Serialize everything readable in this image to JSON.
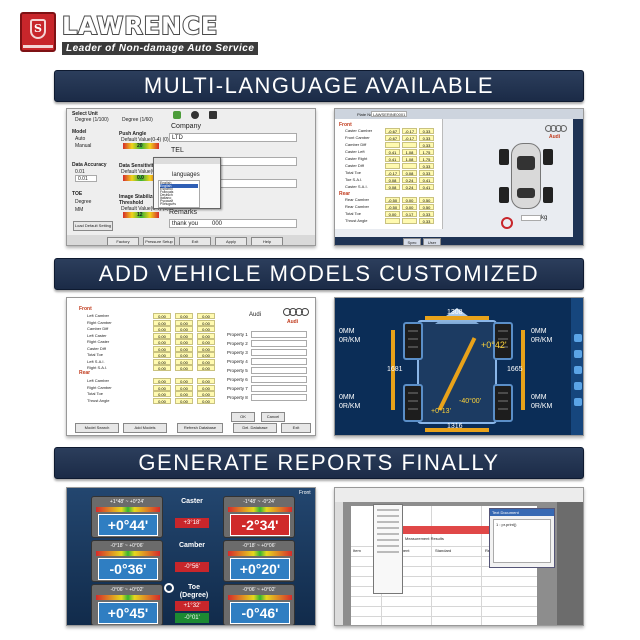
{
  "brand": {
    "name": "LAWRENCE",
    "tagline": "Leader of Non-damage Auto Service",
    "logo_letter": "S",
    "logo_tiny": "LAWRENCE"
  },
  "banners": [
    "MULTI-LANGUAGE AVAILABLE",
    "ADD VEHICLE MODELS CUSTOMIZED",
    "GENERATE REPORTS FINALLY"
  ],
  "settings_panel": {
    "select_unit": "Select Unit",
    "deg100": "Degree (1/100)",
    "deg60": "Degree (1/60)",
    "model": "Model",
    "auto": "Auto",
    "manual": "Manual",
    "push_angle": "Push Angle",
    "default_value": "Default Value(0-4) (0)",
    "push_value": "20",
    "data_accuracy": "Data Accuracy",
    "acc1": "0.01",
    "acc2": "0.01",
    "data_sensitivity": "Data Sensitivity",
    "sens_value": "0.0",
    "toe": "TOE",
    "toe_degree": "Degree",
    "toe_mm": "MM",
    "image_stab": "Image Stabilization",
    "threshold": "Threshold",
    "thr_value": "12",
    "company": "Company",
    "company_val": "LTD",
    "tel": "TEL",
    "remarks": "Remarks",
    "thanks": "thank you",
    "thanks_num": "000",
    "lang_title": "languages",
    "lang_items": [
      "English",
      "English",
      "Español",
      "Français",
      "Deutsch",
      "Italiano",
      "Русский",
      "Português",
      "العربية"
    ],
    "buttons": [
      "Factory",
      "Pressure Setup",
      "Exit",
      "Apply",
      "Help"
    ],
    "advanced": "Load Default Setting"
  },
  "cars_panel": {
    "plate_label": "Plate No.",
    "plate_val": "LAWSERINE0001",
    "front": "Front",
    "rear": "Rear",
    "audi": "Audi",
    "kg": "kg",
    "rows_front": [
      {
        "l": "Caster Camber",
        "a": "-0.67",
        "b": "-0.17",
        "c": "0.33"
      },
      {
        "l": "Front Camber",
        "a": "-0.67",
        "b": "-0.17",
        "c": "0.33"
      },
      {
        "l": "Camber Diff",
        "a": "",
        "b": "",
        "c": "0.33"
      },
      {
        "l": "Caster Left",
        "a": "0.41",
        "b": "1.08",
        "c": "1.75"
      },
      {
        "l": "Caster Right",
        "a": "0.41",
        "b": "1.08",
        "c": "1.75"
      },
      {
        "l": "Caster Diff",
        "a": "",
        "b": "",
        "c": "0.33"
      },
      {
        "l": "Total Toe",
        "a": "-0.17",
        "b": "0.08",
        "c": "0.33"
      },
      {
        "l": "Toe S.A.I.",
        "a": "0.08",
        "b": "0.24",
        "c": "0.41"
      },
      {
        "l": "Caster S.A.I.",
        "a": "0.08",
        "b": "0.24",
        "c": "0.41"
      }
    ],
    "rows_rear": [
      {
        "l": "Rear Camber",
        "a": "-0.50",
        "b": "0.00",
        "c": "0.50"
      },
      {
        "l": "Rear Camber",
        "a": "-0.50",
        "b": "0.00",
        "c": "0.50"
      },
      {
        "l": "Total Toe",
        "a": "0.00",
        "b": "0.17",
        "c": "0.33"
      },
      {
        "l": "Thrust Angle",
        "a": "",
        "b": "",
        "c": "0.33"
      }
    ],
    "tabs": [
      "Spec",
      "User"
    ]
  },
  "custom_panel": {
    "front": "Front",
    "rear": "Rear",
    "make": "Audi",
    "rows_front": [
      "Left Camber",
      "Right Camber",
      "Camber Diff",
      "Left Caster",
      "Right Caster",
      "Caster Diff",
      "Total Toe",
      "Left S.A.I.",
      "Right S.A.I."
    ],
    "rows_rear": [
      "Left Camber",
      "Right Camber",
      "Total Toe",
      "Thrust Angle"
    ],
    "cell": "0.00",
    "props": [
      "Property 1",
      "Property 2",
      "Property 3",
      "Property 4",
      "Property 5",
      "Property 6",
      "Property 7",
      "Property 8"
    ],
    "ok": "OK",
    "cancel": "Cancel",
    "bottom": [
      "Model Search",
      "Add Models",
      "Refresh Database",
      "Del. Database",
      "Exit"
    ]
  },
  "vehicle_panel": {
    "top": "1308",
    "bottom": "1316",
    "left": "1681",
    "right": "1665",
    "fl": "0MM",
    "fl2": "0R/KM",
    "fr": "0MM",
    "fr2": "0R/KM",
    "rl": "0MM",
    "rl2": "0R/KM",
    "rr": "0MM",
    "rr2": "0R/KM",
    "ang1": "+0°42'",
    "ang2": "-40°00'",
    "ang3": "+0°13'"
  },
  "measure_panel": {
    "cards": [
      {
        "hd": "+1°48'  ~  +0°24'",
        "val": "+0°44'",
        "red": false
      },
      {
        "hd": "-1°48'  ~  -0°24'",
        "val": "-2°34'",
        "red": true
      },
      {
        "hd": "-0°18'  ~  +0°06'",
        "val": "-0°36'",
        "red": false
      },
      {
        "hd": "-0°18'  ~  +0°06'",
        "val": "+0°20'",
        "red": false
      },
      {
        "hd": "-0°06'  ~  +0°02'",
        "val": "+0°45'",
        "red": false
      },
      {
        "hd": "-0°06'  ~  +0°02'",
        "val": "-0°46'",
        "red": false
      }
    ],
    "caster": "Caster",
    "caster_v": "+3°18'",
    "camber": "Camber",
    "camber_v": "-0°56'",
    "toe": "Toe",
    "toe_deg": "(Degree)",
    "toe_v1": "+1°32'",
    "toe_v2": "-0°01'",
    "front": "Front"
  },
  "report_panel": {
    "title": "Report",
    "dialog_title": "Text Document",
    "dialog_text": "1 : pr.print()",
    "red_row": "Measurement Results",
    "cols": [
      "Item",
      "Measurement",
      "Standard",
      "Result"
    ]
  }
}
